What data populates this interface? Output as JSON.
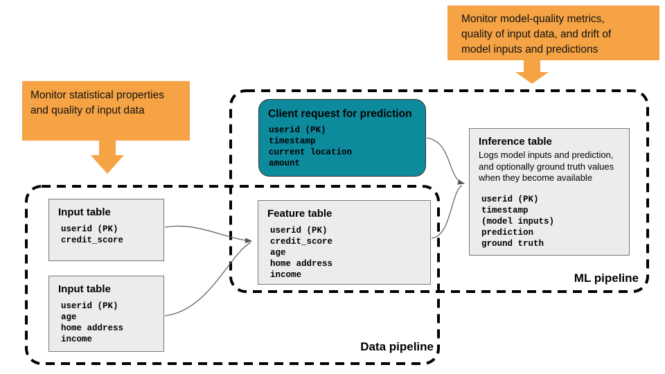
{
  "colors": {
    "orange": "#F5A344",
    "teal": "#0E8A9D",
    "table_fill": "#ECECEC",
    "table_border": "#777777",
    "dashed_border": "#000000",
    "connector": "#666666",
    "arrowhead": "#555555"
  },
  "callouts": {
    "statistical": {
      "text": "Monitor statistical properties and quality of input data"
    },
    "model_quality": {
      "text": "Monitor model-quality metrics, quality of input data, and drift of model inputs and predictions"
    }
  },
  "pipelines": {
    "data": {
      "label": "Data pipeline"
    },
    "ml": {
      "label": "ML pipeline"
    }
  },
  "tables": {
    "client_request": {
      "title": "Client request for prediction",
      "fields": [
        "userid (PK)",
        "timestamp",
        "current location",
        "amount"
      ]
    },
    "inference": {
      "title": "Inference table",
      "description": "Logs model inputs and prediction, and optionally ground truth values when they become available",
      "fields": [
        "userid (PK)",
        "timestamp",
        "(model inputs)",
        "prediction",
        "ground truth"
      ]
    },
    "feature": {
      "title": "Feature table",
      "fields": [
        "userid (PK)",
        "credit_score",
        "age",
        "home address",
        "income"
      ]
    },
    "input_top": {
      "title": "Input table",
      "fields": [
        "userid (PK)",
        "credit_score"
      ]
    },
    "input_bottom": {
      "title": "Input table",
      "fields": [
        "userid (PK)",
        "age",
        "home address",
        "income"
      ]
    }
  }
}
